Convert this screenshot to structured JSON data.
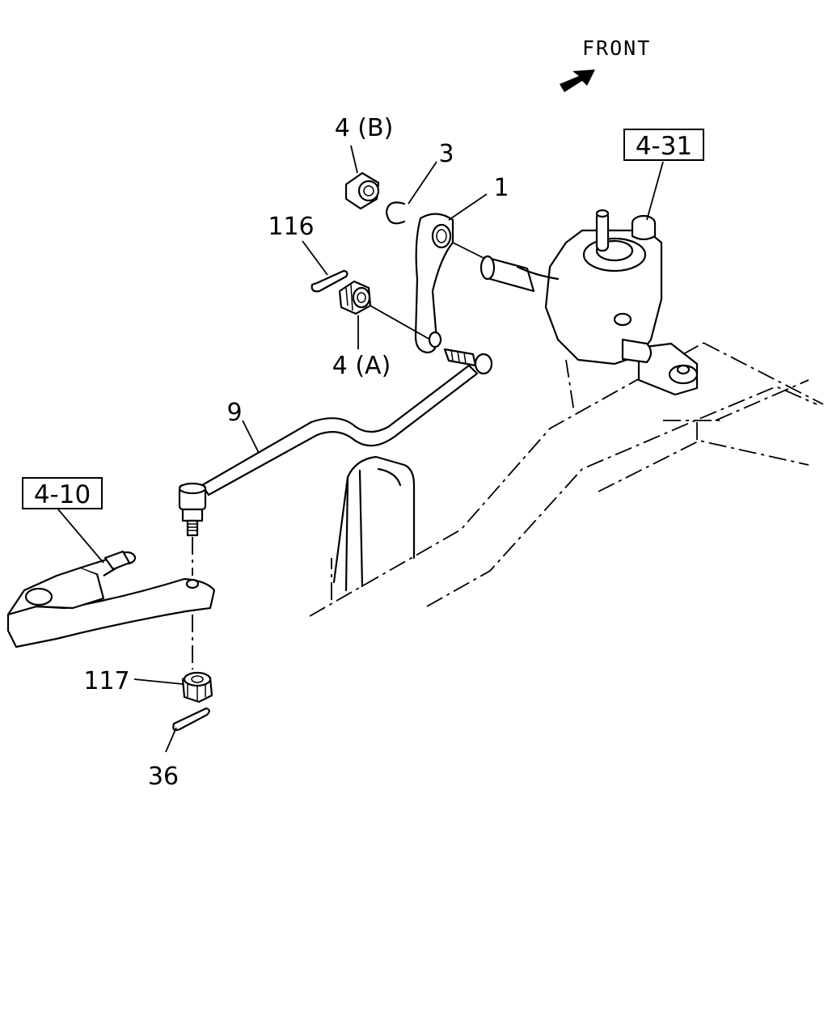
{
  "front": {
    "label": "FRONT"
  },
  "refs": {
    "upper_right": "4-31",
    "left": "4-10"
  },
  "callouts": {
    "nut_b": "4 (B)",
    "clip": "3",
    "idler_arm": "1",
    "cotter_pin_upper": "116",
    "nut_a": "4 (A)",
    "relay_rod": "9",
    "castle_nut_lower": "117",
    "cotter_pin_lower": "36"
  }
}
